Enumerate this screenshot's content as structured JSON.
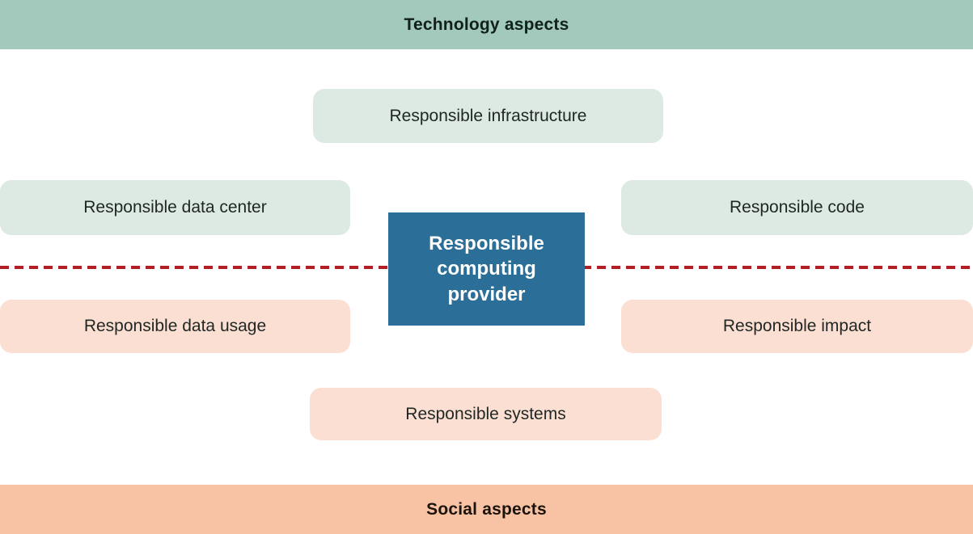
{
  "header": {
    "label": "Technology aspects"
  },
  "footer": {
    "label": "Social aspects"
  },
  "center": {
    "label": "Responsible computing provider"
  },
  "boxes": {
    "infrastructure": {
      "label": "Responsible infrastructure",
      "group": "technology"
    },
    "data_center": {
      "label": "Responsible data center",
      "group": "technology"
    },
    "code": {
      "label": "Responsible code",
      "group": "technology"
    },
    "data_usage": {
      "label": "Responsible data usage",
      "group": "social"
    },
    "impact": {
      "label": "Responsible impact",
      "group": "social"
    },
    "systems": {
      "label": "Responsible systems",
      "group": "social"
    }
  },
  "divider": {
    "style": "dashed"
  },
  "palette": {
    "header_bg": "#a3c9bc",
    "footer_bg": "#f8c3a4",
    "mint_box_bg": "#dde9e3",
    "blush_box_bg": "#fcdfd3",
    "center_bg": "#2b6e97",
    "center_text": "#ffffff",
    "divider_red": "#b01f24",
    "label_text": "#1f2623"
  }
}
